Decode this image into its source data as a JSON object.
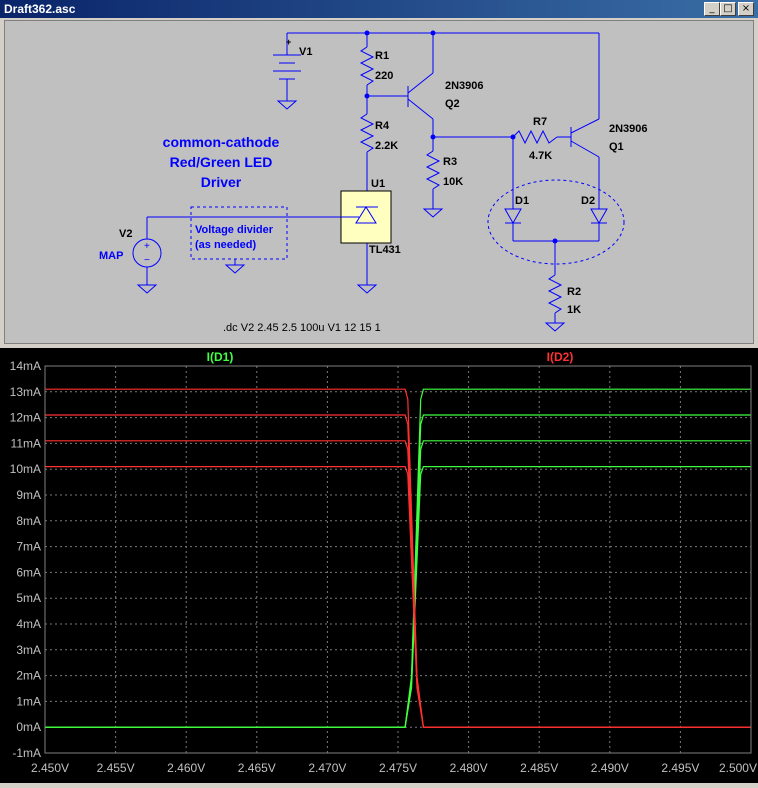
{
  "window": {
    "title": "Draft362.asc",
    "minimize_glyph": "_",
    "maximize_glyph": "□",
    "close_glyph": "×"
  },
  "schematic": {
    "components": {
      "v1": "V1",
      "v2": "V2",
      "map": "MAP",
      "r1": "R1",
      "r1_val": "220",
      "r4": "R4",
      "r4_val": "2.2K",
      "r3": "R3",
      "r3_val": "10K",
      "r7": "R7",
      "r7_val": "4.7K",
      "r2": "R2",
      "r2_val": "1K",
      "q2_model": "2N3906",
      "q2": "Q2",
      "q1_model": "2N3906",
      "q1": "Q1",
      "u1": "U1",
      "u1_model": "TL431",
      "d1": "D1",
      "d2": "D2"
    },
    "comment_lines": [
      "common-cathode",
      "Red/Green LED",
      "Driver"
    ],
    "divider_lines": [
      "Voltage divider",
      "(as needed)"
    ],
    "directive": ".dc V2 2.45 2.5 100u V1 12 15 1"
  },
  "chart_data": {
    "type": "line",
    "x_unit": "V",
    "y_unit": "mA",
    "xlim": [
      2.45,
      2.5
    ],
    "ylim": [
      -1,
      14
    ],
    "x_ticks": [
      "2.450V",
      "2.455V",
      "2.460V",
      "2.465V",
      "2.470V",
      "2.475V",
      "2.480V",
      "2.485V",
      "2.490V",
      "2.495V",
      "2.500V"
    ],
    "y_ticks": [
      "-1mA",
      "0mA",
      "1mA",
      "2mA",
      "3mA",
      "4mA",
      "5mA",
      "6mA",
      "7mA",
      "8mA",
      "9mA",
      "10mA",
      "11mA",
      "12mA",
      "13mA",
      "14mA"
    ],
    "grid": true,
    "legend": "top",
    "series": [
      {
        "name": "I(D1)",
        "color": "#40ff40",
        "step_kind": "rise",
        "transition_start": 2.4755,
        "transition_end": 2.4768,
        "levels": [
          10.1,
          11.1,
          12.1,
          13.1
        ]
      },
      {
        "name": "I(D2)",
        "color": "#ff3030",
        "step_kind": "fall",
        "transition_start": 2.4755,
        "transition_end": 2.4768,
        "levels": [
          10.1,
          11.1,
          12.1,
          13.1
        ]
      }
    ]
  }
}
